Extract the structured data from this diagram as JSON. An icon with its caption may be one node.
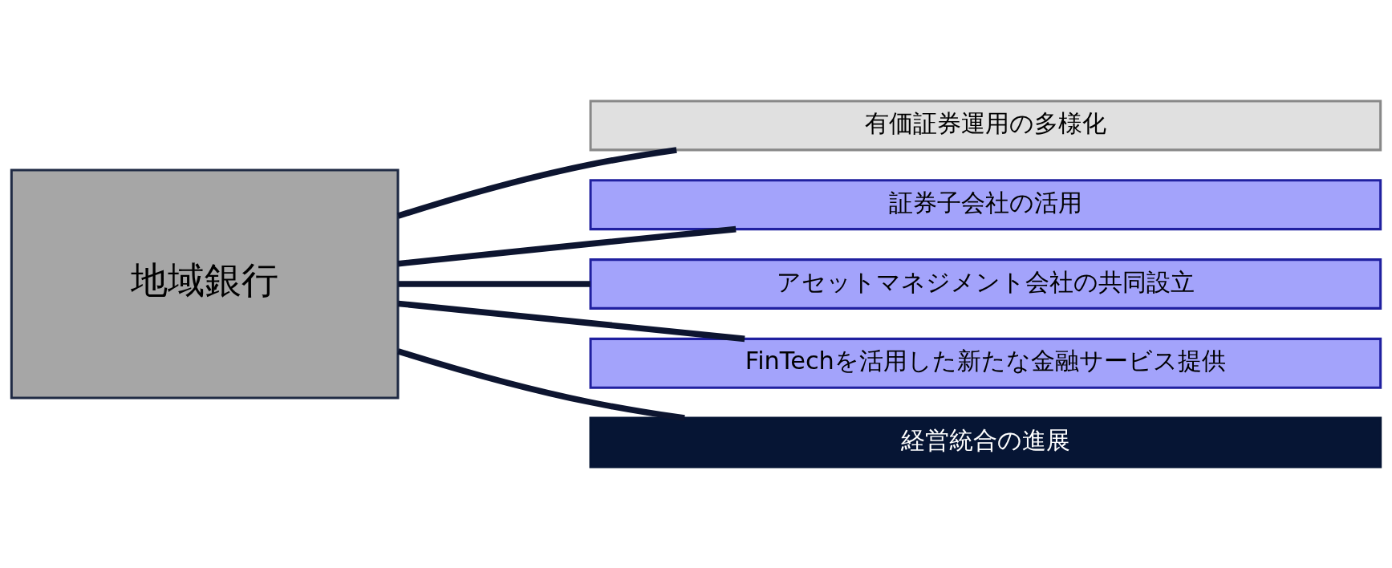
{
  "diagram": {
    "nodes": [
      {
        "text": [
          "地域銀行"
        ]
      },
      {
        "text": [
          "有価証券運用の多様化"
        ]
      },
      {
        "text": [
          "証券子会社の活用"
        ]
      },
      {
        "text": [
          "アセットマネジメント会社の共同設立"
        ]
      },
      {
        "text": [
          "FinTechを活用した新たな金融サービス提供"
        ]
      },
      {
        "text": [
          "経営統合の進展"
        ]
      }
    ],
    "edges": [
      {
        "from": 0,
        "to": 1,
        "arrow": "none"
      },
      {
        "from": 0,
        "to": 2,
        "arrow": "none"
      },
      {
        "from": 0,
        "to": 3,
        "arrow": "none"
      },
      {
        "from": 0,
        "to": 4,
        "arrow": "none"
      },
      {
        "from": 0,
        "to": 5,
        "arrow": "none"
      }
    ]
  }
}
